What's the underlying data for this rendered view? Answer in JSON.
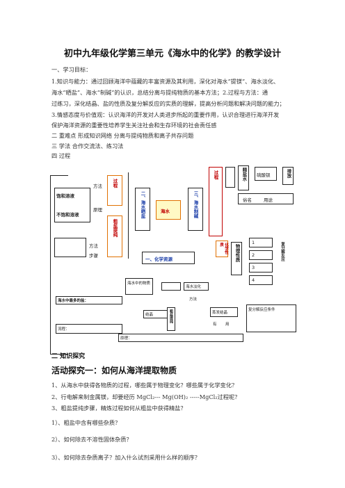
{
  "title": "初中九年级化学第三单元《海水中的化学》的教学设计",
  "sections": {
    "s1_head": "一、学习目标：",
    "s1_line1": "1.知识与能力：通过回顾海洋中蕴藏的丰富资源及其利用，深化对海水“提镁”、海水淡化、",
    "s1_line2": "海水“晒盐”、海水“制碱”的认识，总结分离与提纯物质的基本方法；2.过程与方法：通",
    "s1_line3": "过练习，深化结晶、盐的性质及复分解反应的实质的理解，提高分析问题和解决问题的能力；",
    "s1_line4": "3.情感态度与价值观：认识海洋的开发对人类进步所起的重要作用，认识合理进行海洋开发",
    "s1_line5": "保护海洋资源的重要性培养学生关注社会和生存环境的社会责任感",
    "s2": "二  重难点     形成知识网络   分离与提纯物质和离子共存问题",
    "s3": "三   学法      合作交流法、练习法",
    "s4": "四   过程"
  },
  "diagram": {
    "center": "海水",
    "sea_salt": "二、海水晒盐",
    "sea_alkali": "三、海水制碱",
    "chem_resources": "一、化学资源",
    "method": "方法",
    "principle": "原理",
    "steps": "步骤",
    "process": "过程",
    "crude_salt": "粗盐提纯",
    "left_top": "饱和溶液",
    "left_mid": "不饱和溶液",
    "fanghua": "方法",
    "proc_label": "过程",
    "jinghua": "精盐水",
    "liuda": "硫酸钡",
    "paifang": "排放",
    "mingcheng": "俗名",
    "yongtu": "用途",
    "chemical_props": "化学性质",
    "props": "物理性质",
    "n1": "1",
    "n2": "2",
    "n3": "3",
    "n4": "4",
    "right_side": "复分解反应",
    "sea_mg": "海水中的物质",
    "desal": "海水淡化",
    "method2": "方法",
    "left_long": "海水中最多的盐：",
    "cryst": "结晶",
    "purify": "粗盐提纯",
    "evap": "蒸发结晶",
    "liu": "流程：",
    "yuanli": "原理：",
    "fufenjie": "复分解反应条件",
    "use": "用",
    "you": "有"
  },
  "section2_head": "二  知识探究",
  "activity_title": "活动探究一：如何从海洋提取物质",
  "questions": [
    "1、从海水中获得各物质的过程，哪些属于物理变化？哪些属于化学变化？",
    "2、行电解来制金属镁，却要经历 MgCl₂--- Mg(OH)₂ -----MgCl₂过程呢？",
    "3、粗盐提纯步骤，精炼过程如何从粗盐中获得精盐？",
    "1）、粗盐中含有哪些杂质？",
    "2）、如何除去不溶性固体杂质？",
    "3）、如何除去杂质离子？加入什么试剂采用什么样的顺序？"
  ]
}
